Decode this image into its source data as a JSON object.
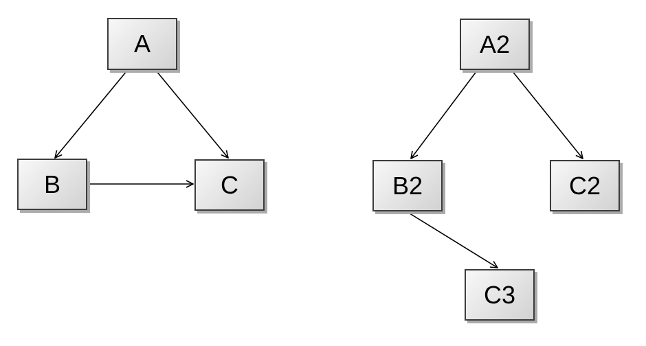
{
  "colors": {
    "background": "#ffffff",
    "node_border": "#3c3c3c",
    "node_fill_top": "#f8f8f8",
    "node_fill_bottom": "#d2d2d2",
    "node_shadow": "#ababab",
    "edge": "#000000"
  },
  "diagrams": {
    "left": {
      "nodes": [
        {
          "label": "A"
        },
        {
          "label": "B"
        },
        {
          "label": "C"
        }
      ],
      "edges": [
        {
          "from": "A",
          "to": "B"
        },
        {
          "from": "A",
          "to": "C"
        },
        {
          "from": "B",
          "to": "C"
        }
      ]
    },
    "right": {
      "nodes": [
        {
          "label": "A2"
        },
        {
          "label": "B2"
        },
        {
          "label": "C2"
        },
        {
          "label": "C3"
        }
      ],
      "edges": [
        {
          "from": "A2",
          "to": "B2"
        },
        {
          "from": "A2",
          "to": "C2"
        },
        {
          "from": "B2",
          "to": "C3"
        }
      ]
    }
  }
}
